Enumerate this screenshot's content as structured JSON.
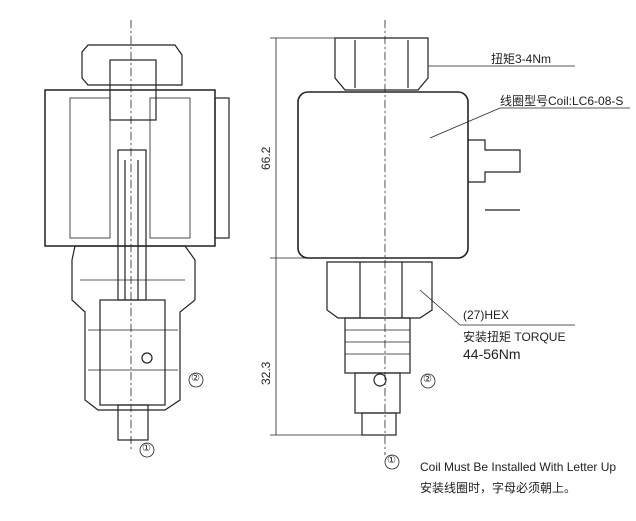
{
  "labels": {
    "torque_small": "扭矩3-4Nm",
    "coil_model": "线圈型号Coil:LC6-08-S",
    "hex": "(27)HEX",
    "torque_label": "安装扭矩 TORQUE",
    "torque_value": "44-56Nm",
    "note_en": "Coil Must Be Installed With Letter Up",
    "note_cn": "安装线圈时，字母必须朝上。"
  },
  "dimensions": {
    "upper": "66.2",
    "lower": "32.3"
  },
  "ports": {
    "port1": "①",
    "port2": "②"
  }
}
